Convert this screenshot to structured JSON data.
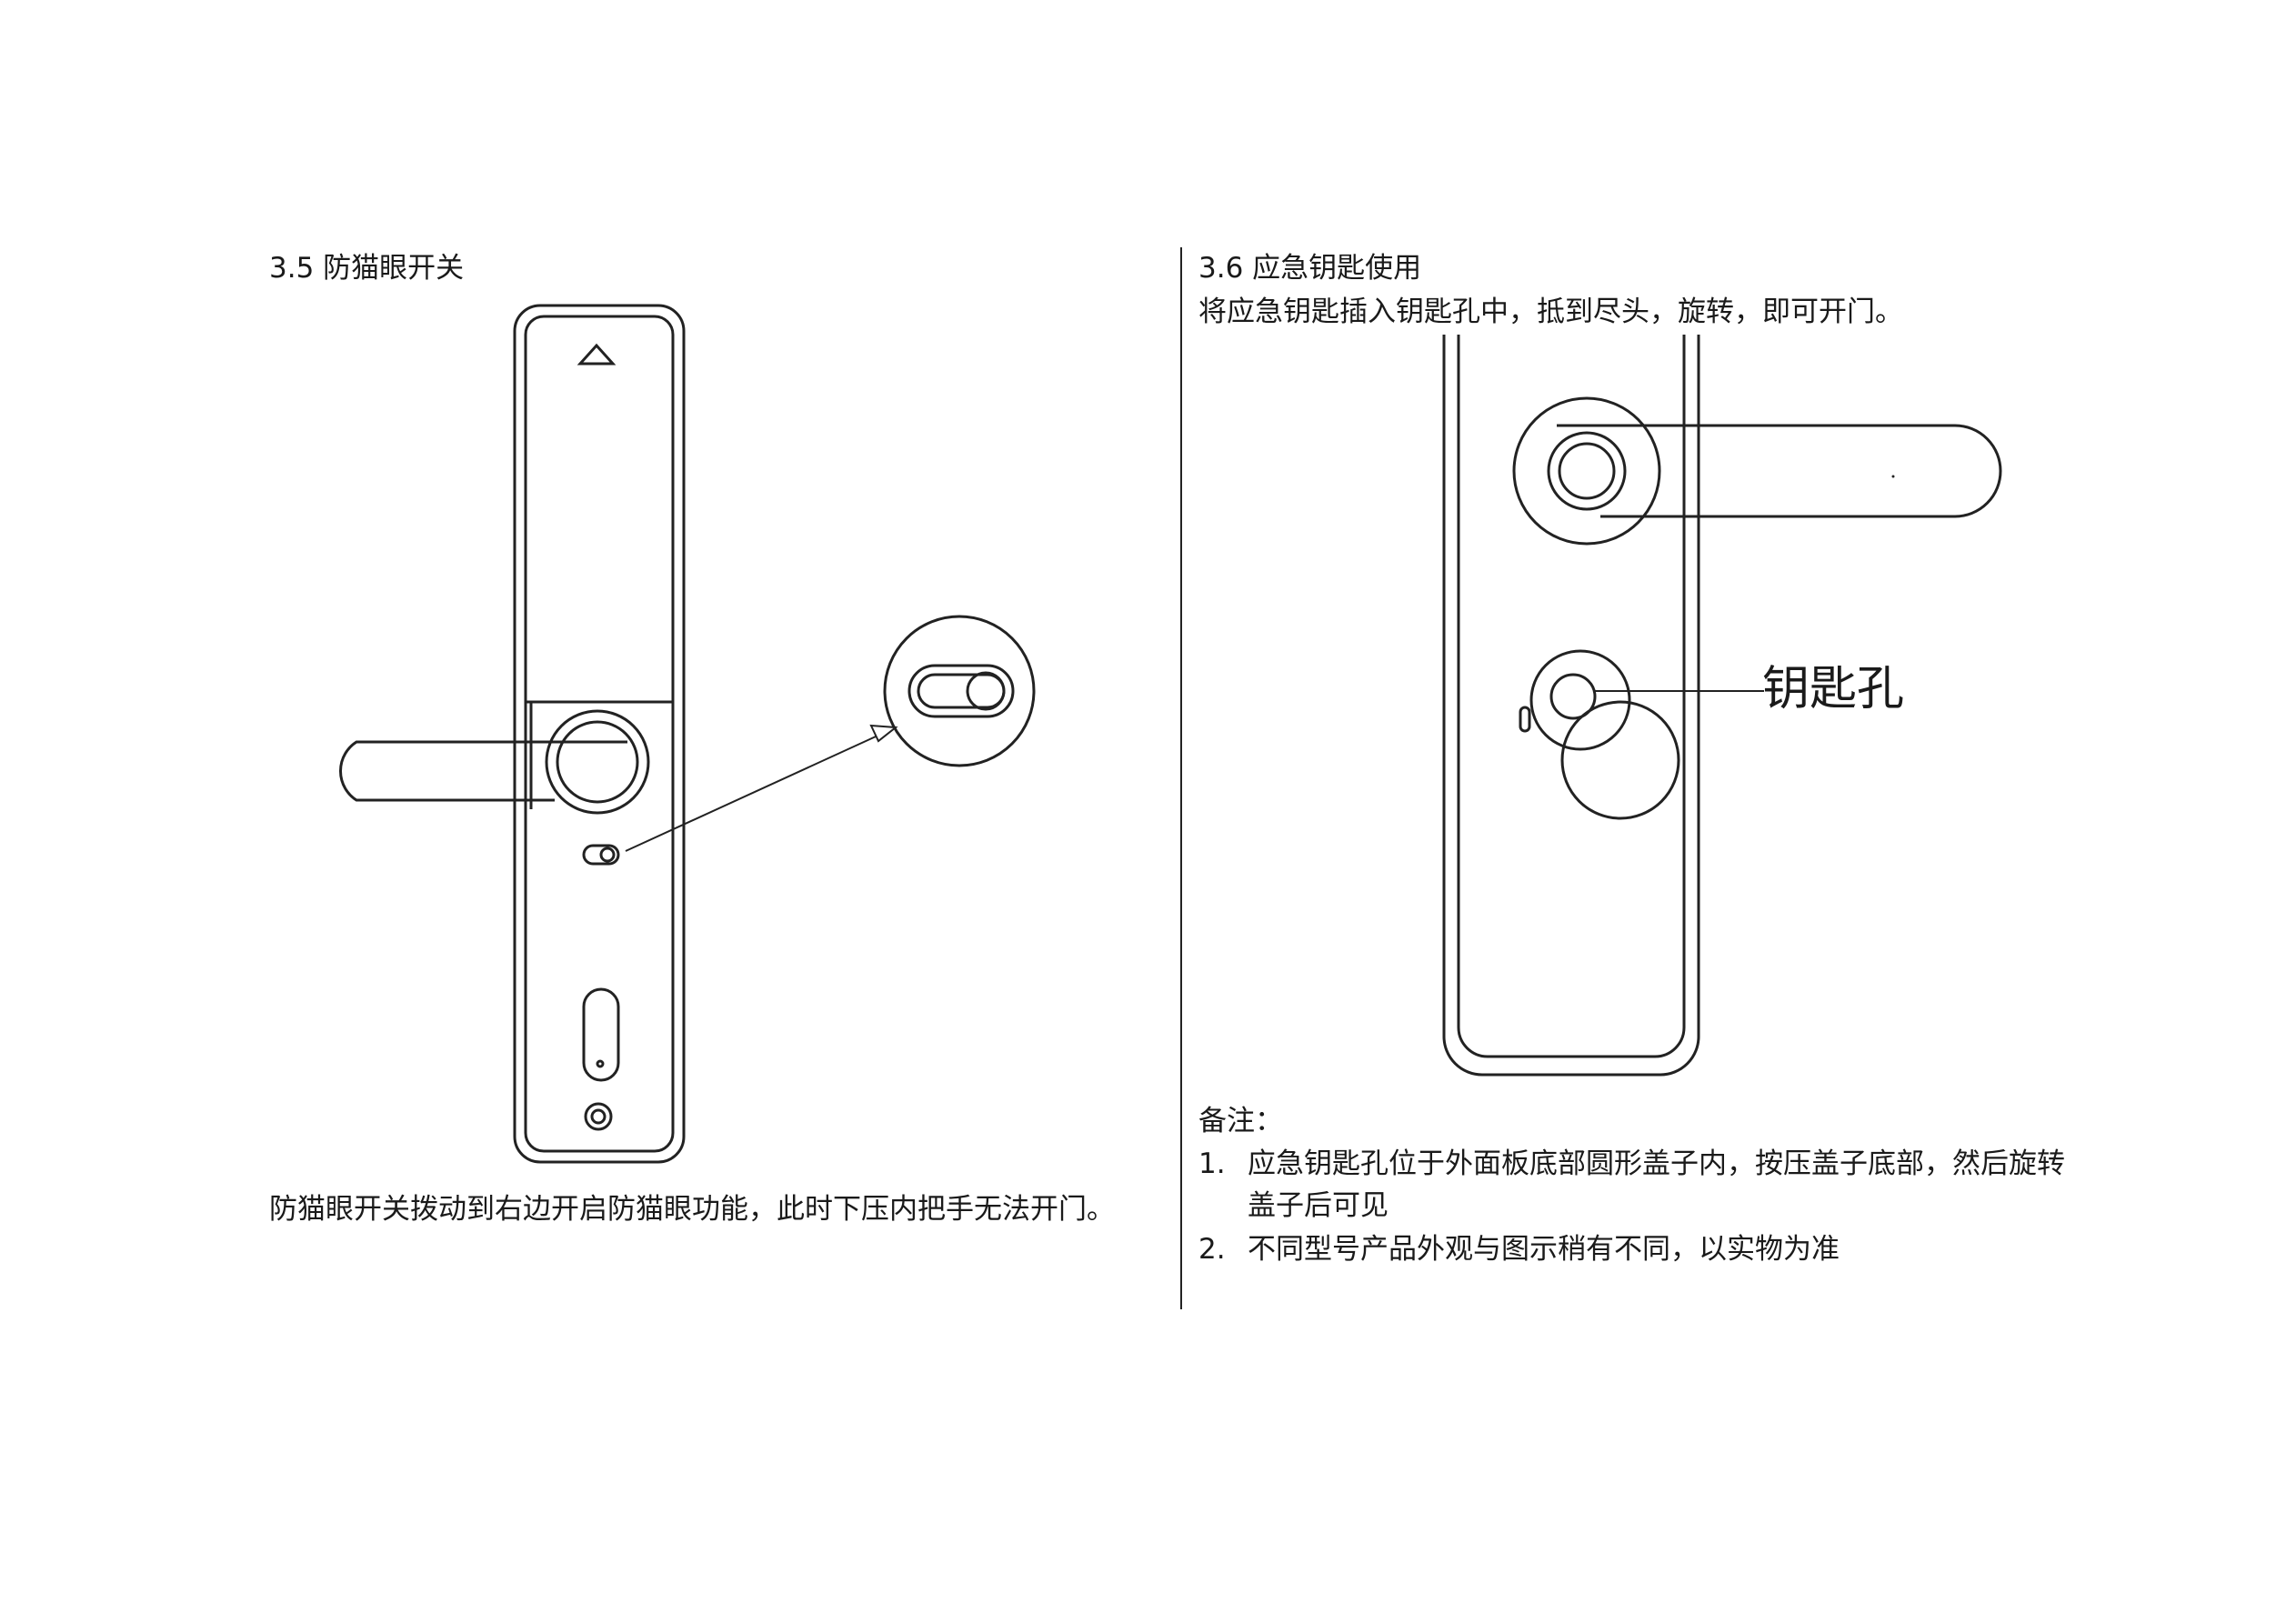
{
  "left": {
    "heading": "3.5 防猫眼开关",
    "caption": "防猫眼开关拨动到右边开启防猫眼功能，此时下压内把手无法开门。"
  },
  "right": {
    "heading": "3.6 应急钥匙使用",
    "instruction": "将应急钥匙插入钥匙孔中，抵到尽头，旋转，即可开门。",
    "callout_label": "钥匙孔",
    "notes_title": "备注：",
    "notes": [
      {
        "num": "1.",
        "line1": "应急钥匙孔位于外面板底部圆形盖子内，按压盖子底部，然后旋转",
        "line2": "盖子后可见"
      },
      {
        "num": "2.",
        "line1": "不同型号产品外观与图示稍有不同，以实物为准"
      }
    ]
  },
  "icons": {
    "up-arrow": "triangle-outline",
    "keyhole": "circle-outline",
    "slider-switch": "pill-toggle"
  }
}
